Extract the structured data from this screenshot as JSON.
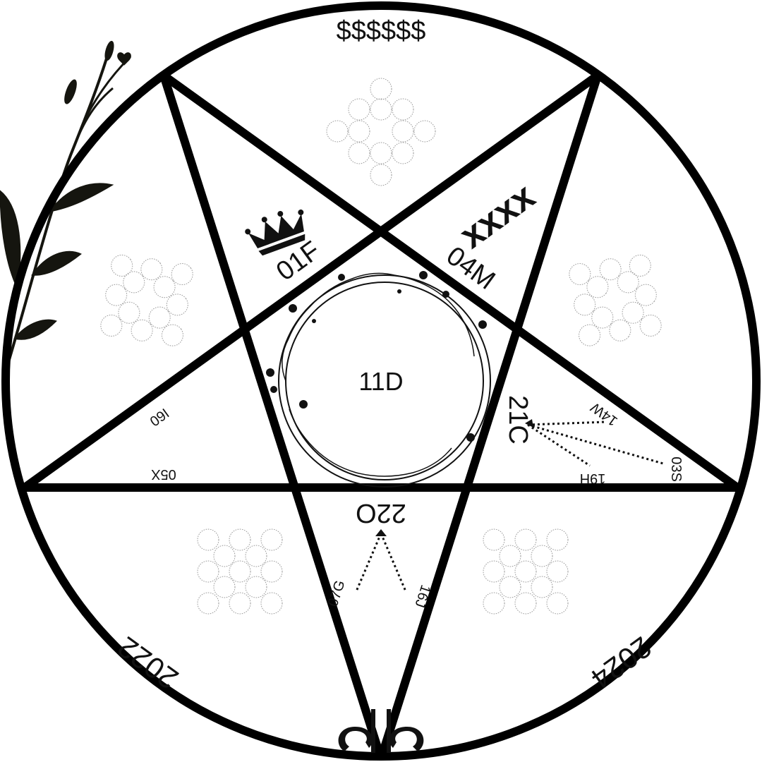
{
  "labels": {
    "top": "$$$$$$",
    "center": "11D",
    "left_inner": "01F",
    "right_inner": "04M",
    "cross_marks": "xxxx",
    "mid_right": "21C",
    "bottom_inner": "22O",
    "left_small": "I60",
    "left_base": "05X",
    "right_small": "14W",
    "right_base_a": "19H",
    "right_base_b": "03S",
    "bottom_left_small": "07G",
    "bottom_right_small": "16J",
    "year_left": "2022",
    "year_right": "2024"
  },
  "colors": {
    "ink": "#000000",
    "foliage": "#15150f",
    "dots": "#9a9a9a"
  },
  "icons": {
    "crown": "crown-icon",
    "wreath": "floral-wreath",
    "monogram": "monogram-logo",
    "plant": "leaf-branch"
  }
}
